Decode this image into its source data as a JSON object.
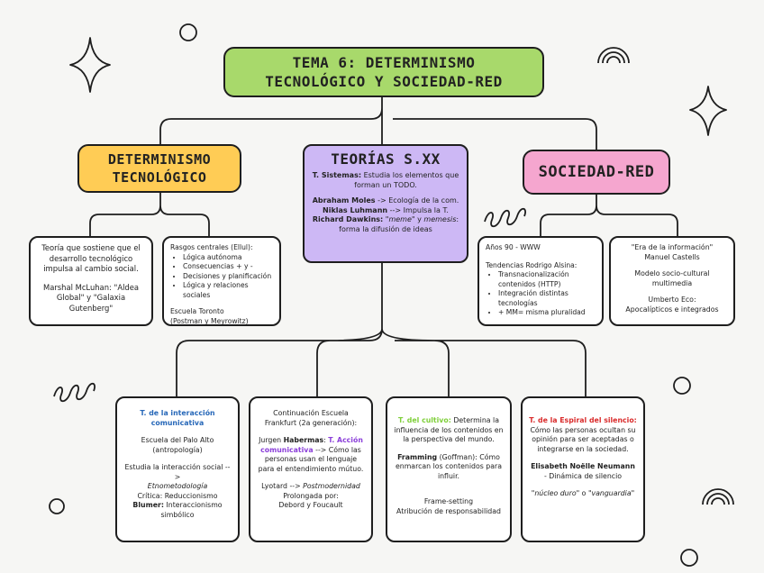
{
  "main_title": {
    "line1": "TEMA 6: DETERMINISMO",
    "line2": "TECNOLÓGICO Y SOCIEDAD-RED"
  },
  "branches": {
    "determinismo": {
      "line1": "DETERMINISMO",
      "line2": "TECNOLÓGICO"
    },
    "teorias": {
      "title": "TEORÍAS S.XX",
      "sistemas_label": "T. Sistemas:",
      "sistemas_text": "Estudia los elementos que forman un TODO.",
      "moles_label": "Abraham Moles",
      "moles_text": "-> Ecología de la com.",
      "luhmann_label": "Niklas Luhmann",
      "luhmann_text": "--> Impulsa la T.",
      "dawkins_label": "Richard Dawkins:",
      "dawkins_meme": "\"meme\"",
      "dawkins_y": "y",
      "dawkins_memesis": "memesis",
      "dawkins_rest": "forma la difusión de ideas"
    },
    "sociedad": {
      "title": "SOCIEDAD-RED"
    }
  },
  "det_left": {
    "text": "Teoría que sostiene que el desarrollo tecnológico impulsa al cambio social.",
    "mcluhan": "Marshal McLuhan: \"Aldea Global\" y \"Galaxia Gutenberg\""
  },
  "det_right": {
    "heading": "Rasgos centrales (Ellul):",
    "items": [
      "Lógica autónoma",
      "Consecuencias + y -",
      "Decisiones y planificación",
      "Lógica y relaciones sociales"
    ],
    "escuela": "Escuela Toronto",
    "autores": "(Postman y Meyrowitz)"
  },
  "soc_left": {
    "years": "Años 90 - WWW",
    "heading": "Tendencias Rodrigo Alsina:",
    "items": [
      "Transnacionalización contenidos (HTTP)",
      "Integración distintas tecnologías",
      "+ MM= misma pluralidad"
    ]
  },
  "soc_right": {
    "era": "\"Era de la información\"",
    "castells": "Manuel Castells",
    "modelo": "Modelo socio-cultural multimedia",
    "eco": "Umberto Eco:",
    "apocalipticos": "Apocalípticos e integrados"
  },
  "bottom": {
    "b1": {
      "title": "T. de la interacción comunicativa",
      "escuela": "Escuela del Palo Alto (antropología)",
      "estudia": "Estudia la interacción social -->",
      "etno": "Etnometodología",
      "critica": "Crítica: Reduccionismo",
      "blumer_label": "Blumer:",
      "blumer_text": "Interaccionismo simbólico"
    },
    "b2": {
      "cont": "Continuación Escuela Frankfurt (2a generación):",
      "jurgen": "Jurgen",
      "habermas": "Habermas",
      "accion": "T. Acción comunicativa",
      "accion_text": "--> Cómo las personas usan el lenguaje para el entendimiento mútuo.",
      "lyotard": "Lyotard -->",
      "postmod": "Postmodernidad",
      "prolongada": "Prolongada por:",
      "debord": "Debord y Foucault"
    },
    "b3": {
      "cultivo": "T. del cultivo:",
      "cultivo_text": "Determina la influencia de los contenidos en la perspectiva del mundo.",
      "framming": "Framming",
      "goffman": "(Goffman): Cómo enmarcan los contenidos para influir.",
      "frame": "Frame-setting",
      "atribucion": "Atribución de responsabilidad"
    },
    "b4": {
      "espiral": "T. de la Espiral del silencio:",
      "espiral_text": "Cómo las personas ocultan su opinión para ser aceptadas o integrarse en la sociedad.",
      "noelle": "Elisabeth Noëlle Neumann",
      "dinamica": "- Dinámica de silencio",
      "nucleo": "\"núcleo duro\"",
      "o": "o",
      "vanguardia": "\"vanguardia\""
    }
  },
  "colors": {
    "green": "#a8d96b",
    "yellow": "#ffcc55",
    "purple": "#cdb8f5",
    "pink": "#f5a6cf",
    "line": "#1e1e1e"
  }
}
